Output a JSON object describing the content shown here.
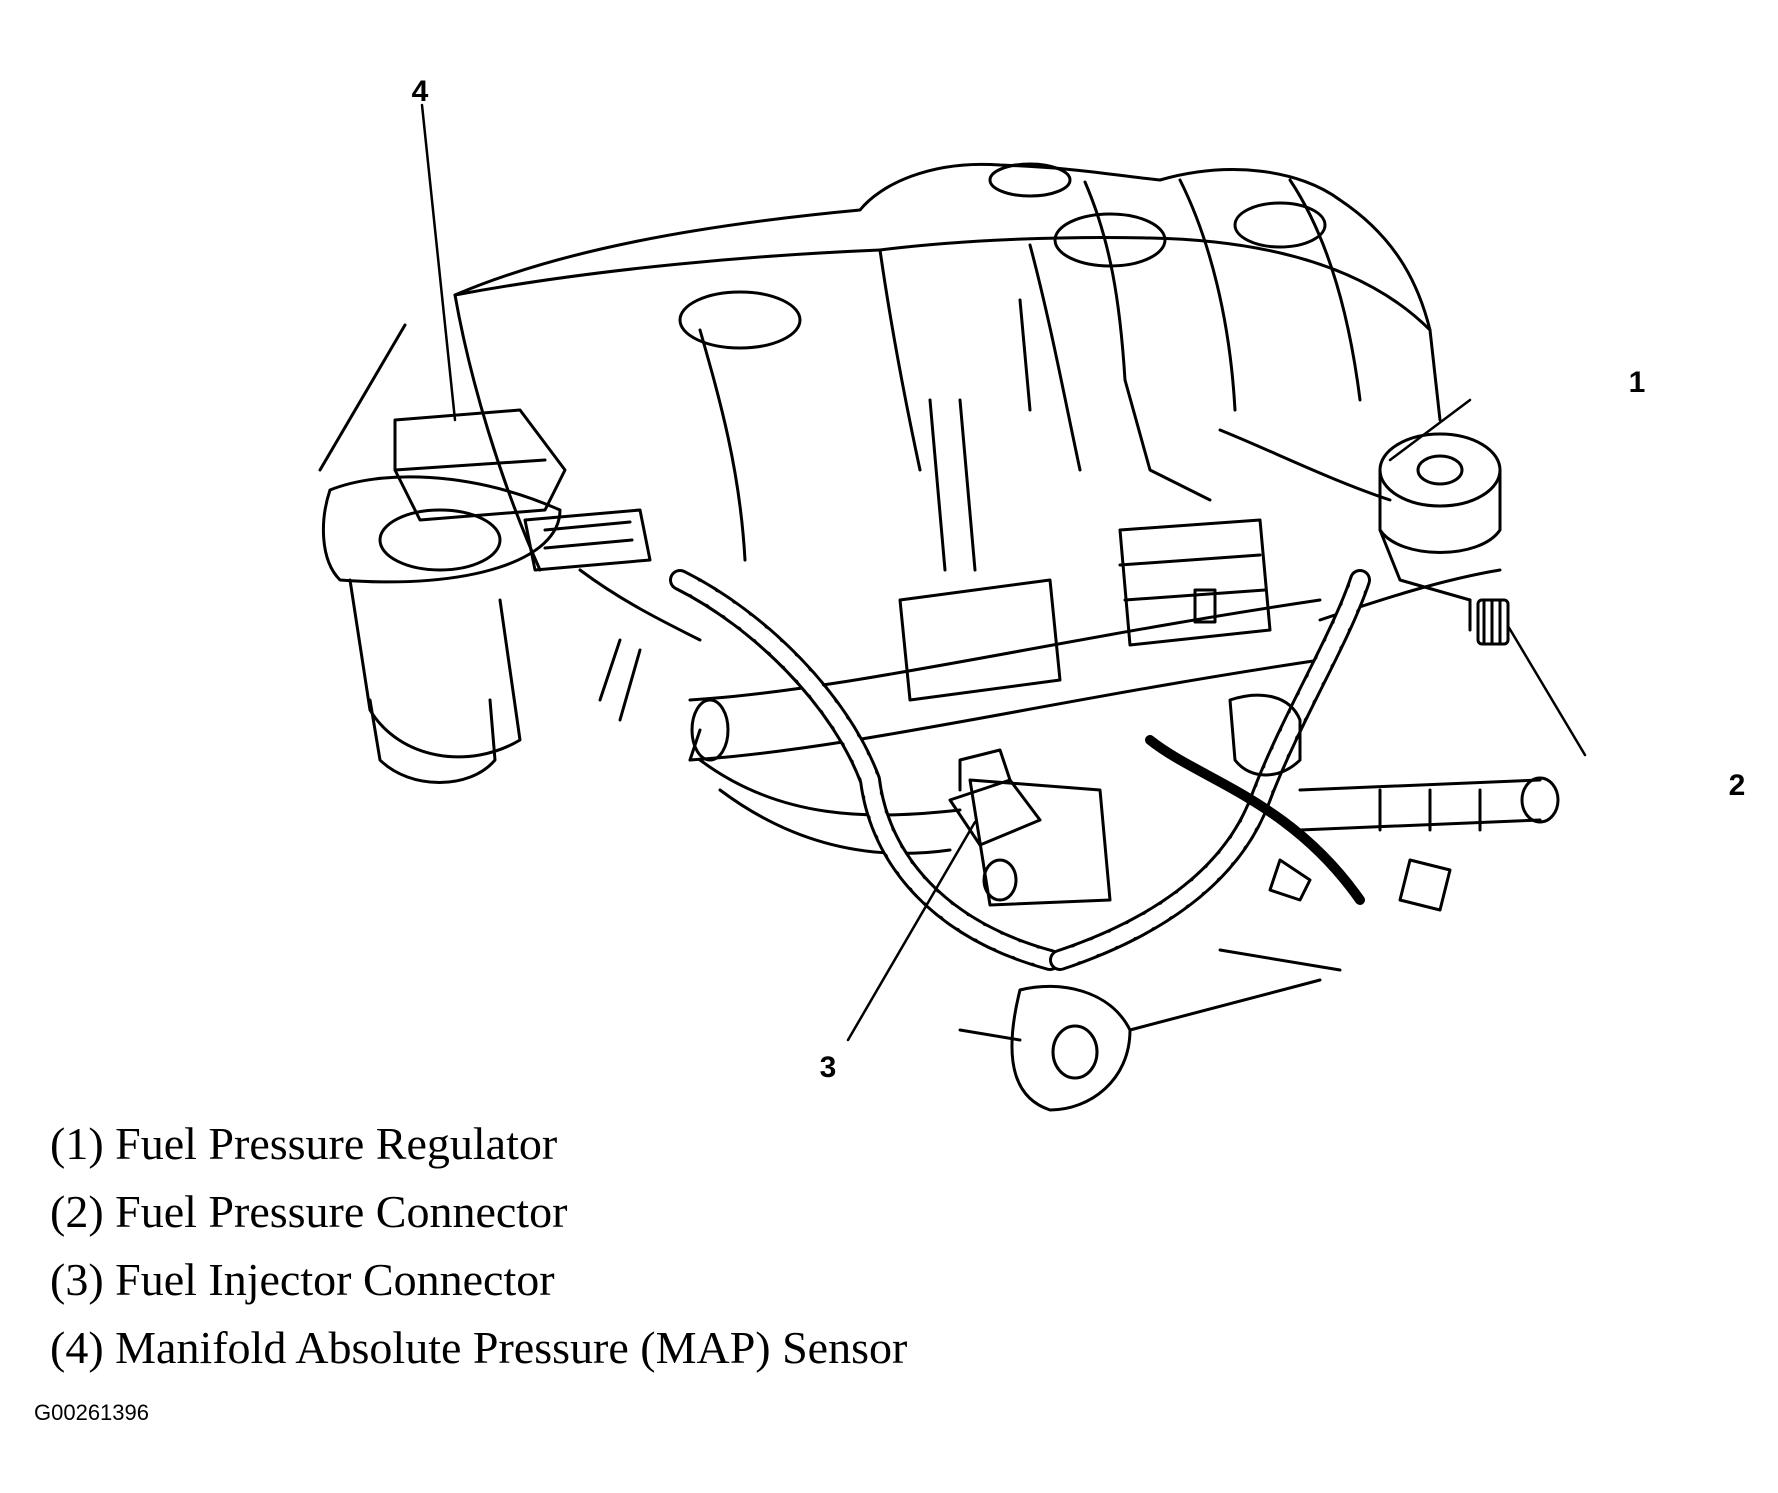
{
  "callouts": [
    {
      "number": "1",
      "target": "fuel-pressure-regulator"
    },
    {
      "number": "2",
      "target": "fuel-pressure-connector"
    },
    {
      "number": "3",
      "target": "fuel-injector-connector"
    },
    {
      "number": "4",
      "target": "map-sensor"
    }
  ],
  "legend": [
    "(1) Fuel Pressure Regulator",
    "(2) Fuel Pressure Connector",
    "(3) Fuel Injector Connector",
    "(4) Manifold Absolute Pressure (MAP) Sensor"
  ],
  "figure_id": "G00261396",
  "colors": {
    "ink": "#000000",
    "background": "#ffffff"
  }
}
